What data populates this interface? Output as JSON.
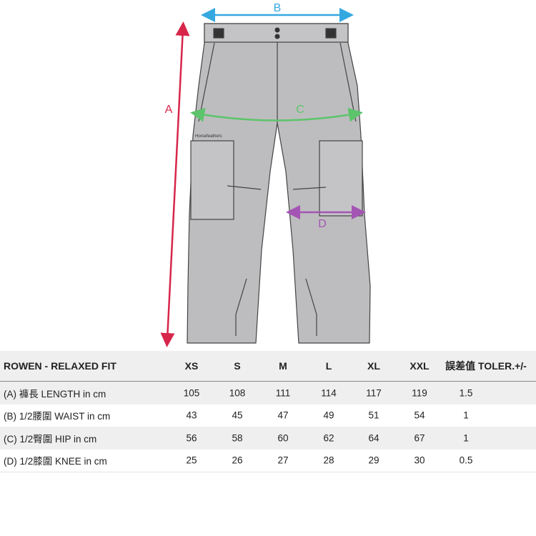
{
  "diagram": {
    "labels": {
      "a": "A",
      "b": "B",
      "c": "C",
      "d": "D"
    },
    "brand_text": "Horsefeathers",
    "colors": {
      "a": "#d7264a",
      "b": "#35a8e0",
      "c": "#5cc46a",
      "d": "#a455b4",
      "pants": "#bdbdbf",
      "outline": "#444"
    }
  },
  "table": {
    "title": "ROWEN - RELAXED FIT",
    "columns": [
      "XS",
      "S",
      "M",
      "L",
      "XL",
      "XXL",
      "誤差值 TOLER.+/-"
    ],
    "rows": [
      {
        "label": "(A) 褲長 LENGTH in cm",
        "values": [
          "105",
          "108",
          "111",
          "114",
          "117",
          "119",
          "1.5"
        ]
      },
      {
        "label": "(B) 1/2腰圍 WAIST in cm",
        "values": [
          "43",
          "45",
          "47",
          "49",
          "51",
          "54",
          "1"
        ]
      },
      {
        "label": "(C) 1/2臀圍 HIP in cm",
        "values": [
          "56",
          "58",
          "60",
          "62",
          "64",
          "67",
          "1"
        ]
      },
      {
        "label": "(D) 1/2膝圍 KNEE in cm",
        "values": [
          "25",
          "26",
          "27",
          "28",
          "29",
          "30",
          "0.5"
        ]
      }
    ]
  }
}
